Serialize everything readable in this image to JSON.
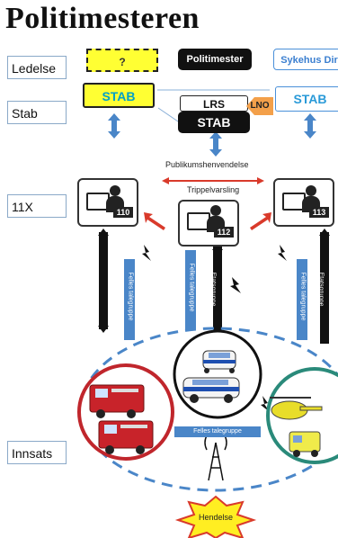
{
  "title": "Politimesteren",
  "rows": {
    "ledelse": "Ledelse",
    "stab": "Stab",
    "x11": "11X",
    "innsats": "Innsats"
  },
  "ledelse": {
    "unknown_label": "?",
    "politimester_label": "Politimester",
    "sykehus_label": "Sykehus Dir"
  },
  "stab": {
    "left_label": "STAB",
    "lrs_label": "LRS",
    "center_label": "STAB",
    "lno_label": "LNO",
    "right_label": "STAB"
  },
  "central_text": {
    "publikum": "Publikumshenvendelse",
    "trippel": "Trippelvarsling"
  },
  "centrals": [
    {
      "number": "110"
    },
    {
      "number": "112"
    },
    {
      "number": "113"
    }
  ],
  "vertical_bars": {
    "etatsgruppe": "Etatsgruppe",
    "felles": "Felles talegruppe"
  },
  "innsats": {
    "felles_talegruppe": "Felles talegruppe",
    "hendelse": "Hendelse"
  },
  "colors": {
    "yellow": "#ffff33",
    "blue_arrow": "#4a86c8",
    "red_arrow": "#d93a2b",
    "fire_circle": "#c0262c",
    "police_circle": "#111111",
    "health_circle": "#2a8a7a"
  }
}
